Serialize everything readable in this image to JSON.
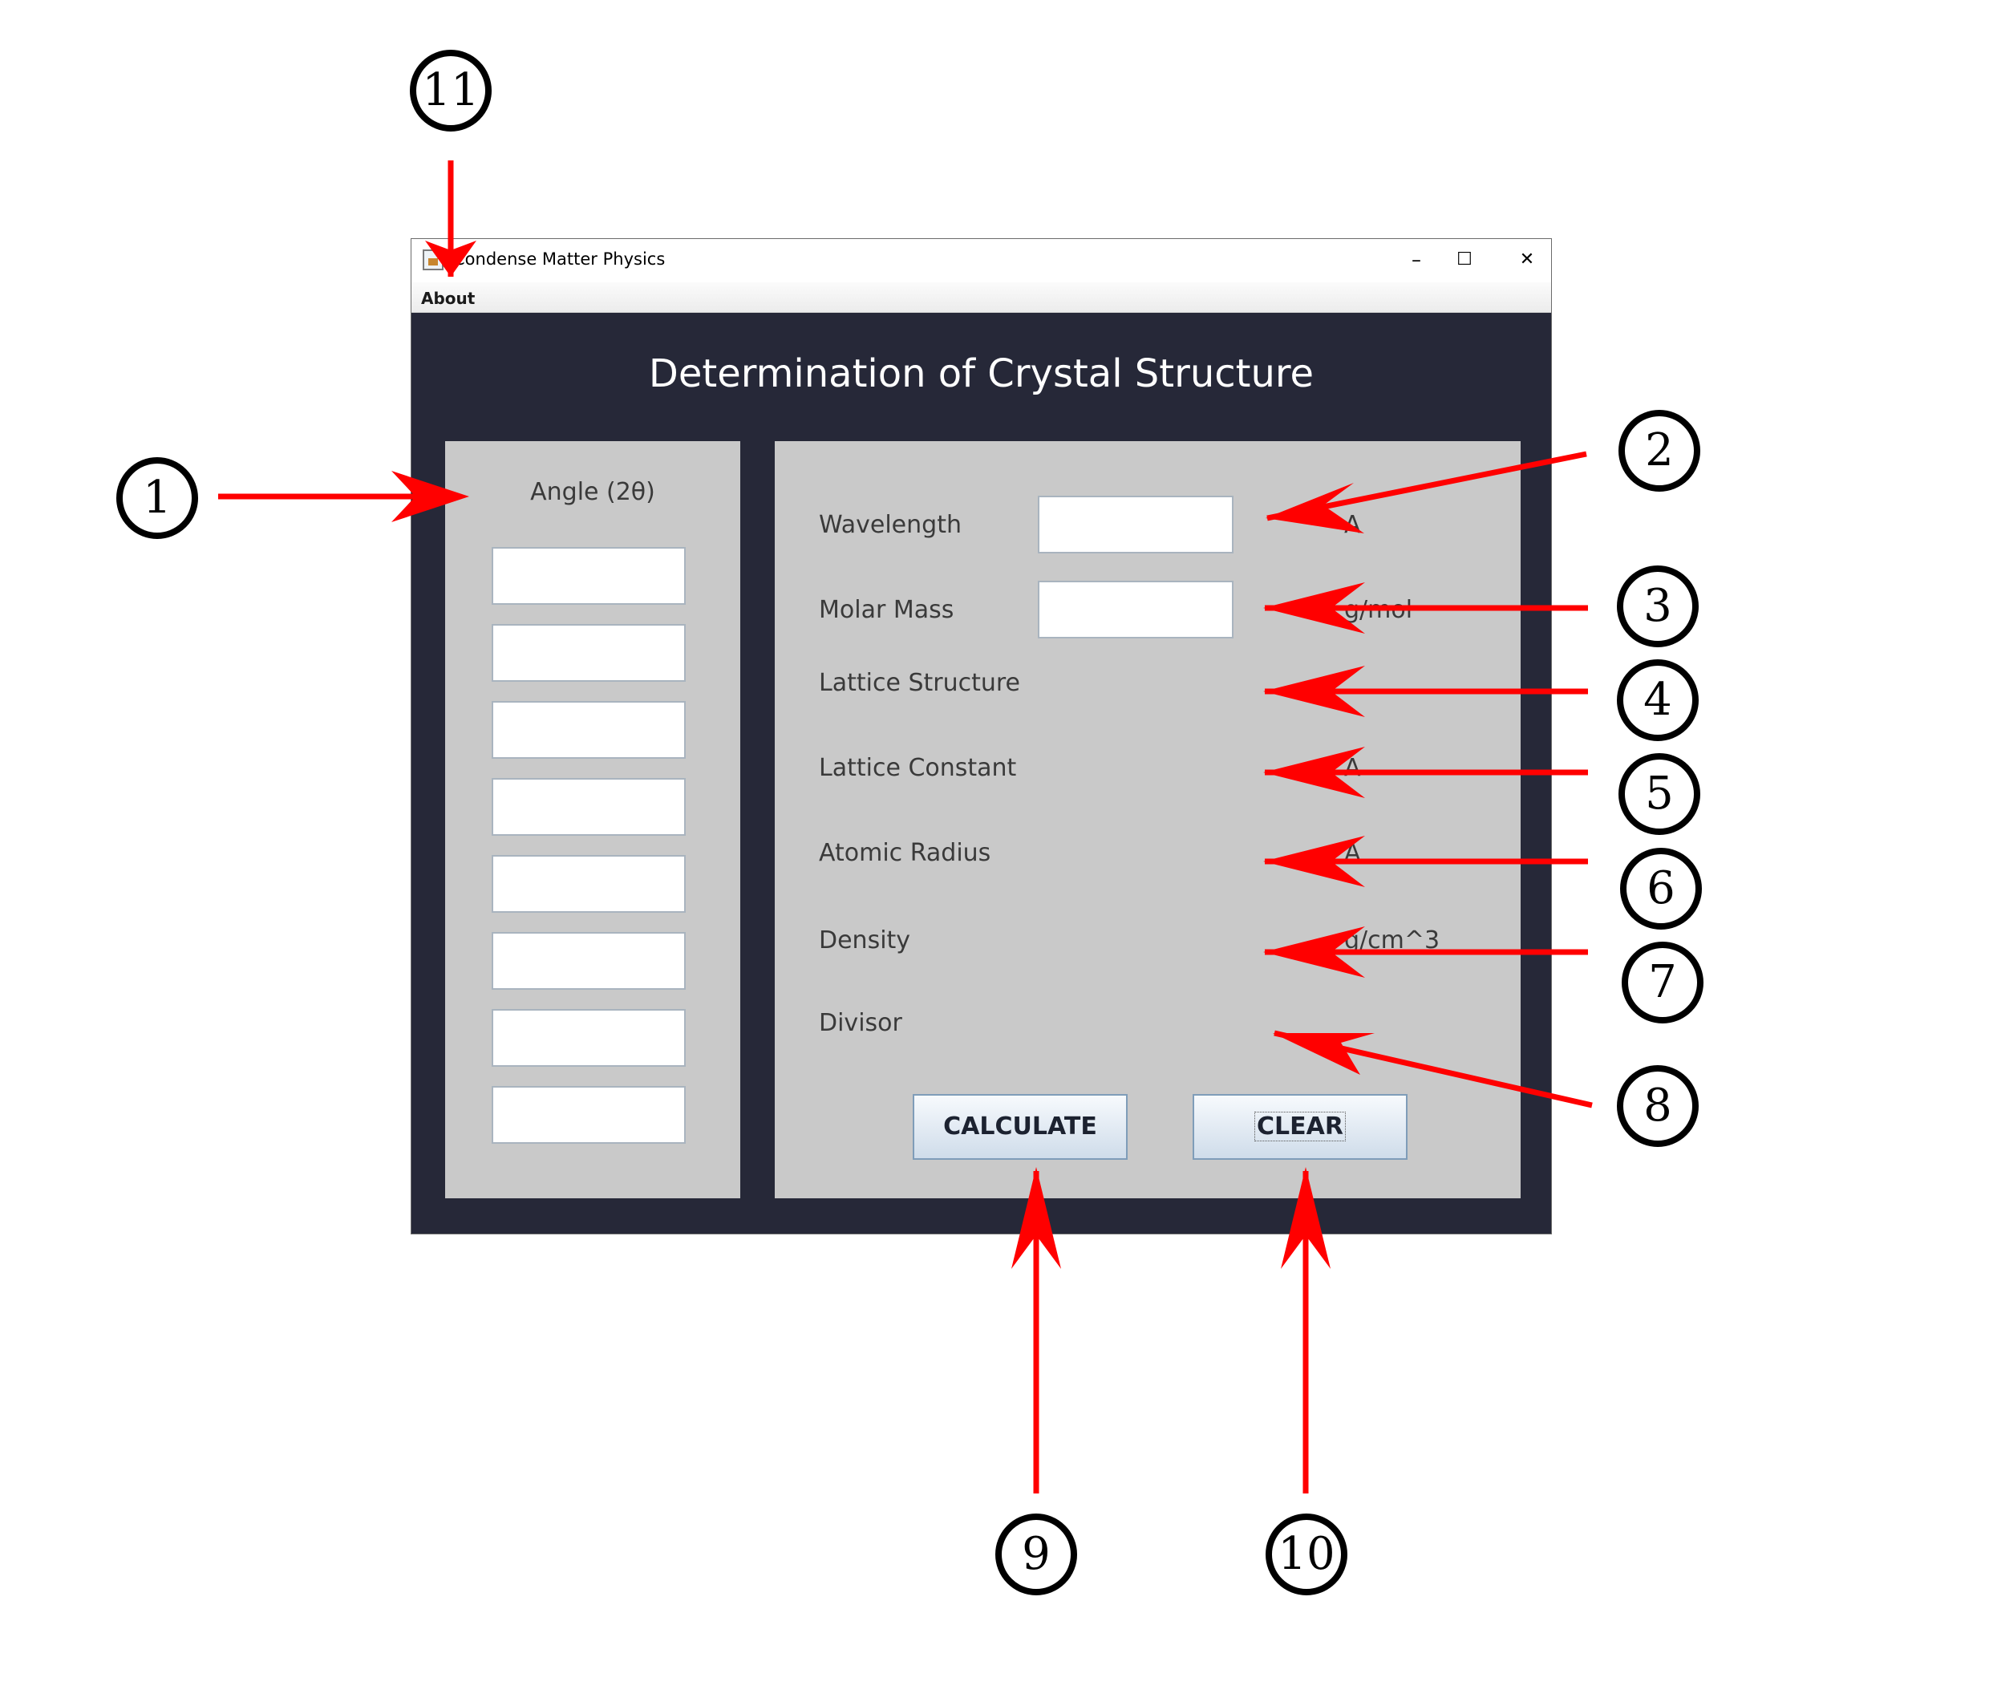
{
  "window": {
    "title": "Condense Matter Physics",
    "minimize": "–",
    "maximize": "☐",
    "close": "✕"
  },
  "menu": {
    "about": "About"
  },
  "heading": "Determination of Crystal Structure",
  "angle_panel": {
    "label": "Angle (2θ)",
    "inputs": [
      "",
      "",
      "",
      "",
      "",
      "",
      "",
      ""
    ]
  },
  "fields": {
    "wavelength": {
      "label": "Wavelength",
      "value": "",
      "unit": "A"
    },
    "molar_mass": {
      "label": "Molar Mass",
      "value": "",
      "unit": "g/mol"
    },
    "lattice_structure": {
      "label": "Lattice Structure"
    },
    "lattice_constant": {
      "label": "Lattice Constant",
      "unit": "A"
    },
    "atomic_radius": {
      "label": "Atomic Radius",
      "unit": "A"
    },
    "density": {
      "label": "Density",
      "unit": "g/cm^3"
    },
    "divisor": {
      "label": "Divisor"
    }
  },
  "buttons": {
    "calculate": "CALCULATE",
    "clear": "CLEAR"
  },
  "callouts": [
    "1",
    "2",
    "3",
    "4",
    "5",
    "6",
    "7",
    "8",
    "9",
    "10",
    "11"
  ],
  "colors": {
    "window_bg": "#262838",
    "panel_bg": "#c9c9c9",
    "arrow": "#ff0000"
  },
  "icons": {
    "app": "java-app-icon"
  }
}
